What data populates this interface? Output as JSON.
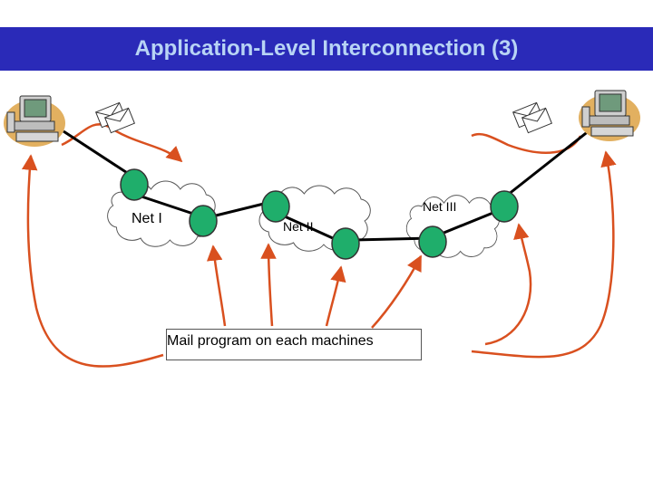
{
  "title": "Application-Level Interconnection (3)",
  "networks": [
    "Net I",
    "Net II",
    "Net III"
  ],
  "mail_box_label": "Mail program on each machines",
  "colors": {
    "title_bar": "#2a2ab8",
    "title_text": "#b8d4f5",
    "router_fill": "#1fae6b",
    "arrow": "#d9501f",
    "link": "#000000"
  },
  "icons": [
    "computer-icon",
    "envelope-icon",
    "cloud-icon",
    "router-icon"
  ]
}
